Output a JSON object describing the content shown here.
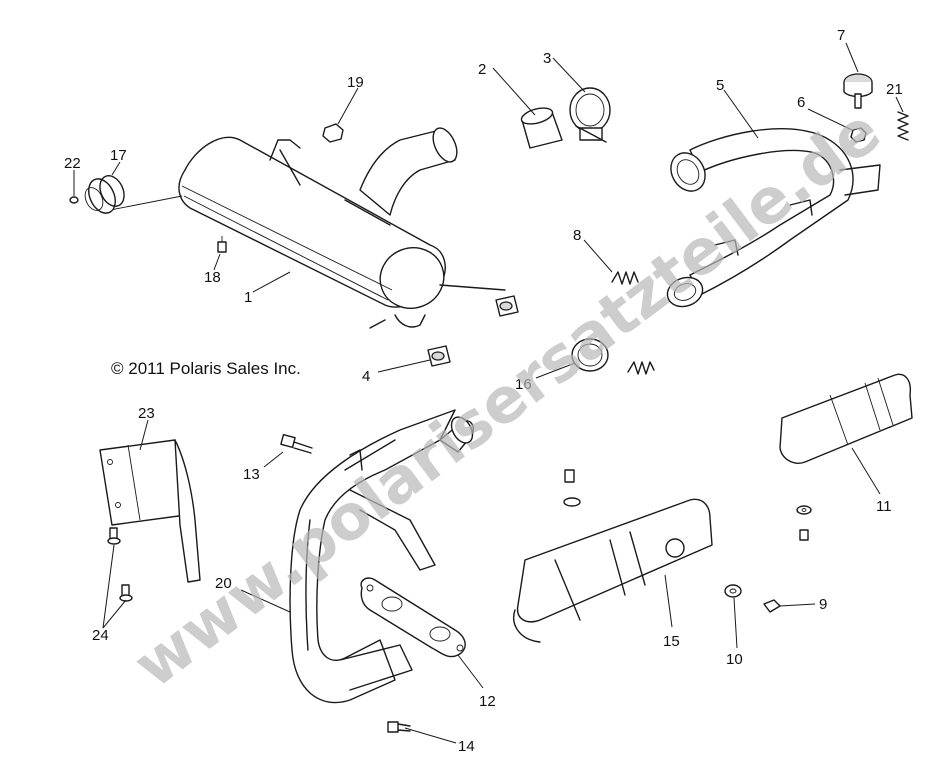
{
  "copyright": "© 2011 Polaris Sales Inc.",
  "watermark": "www.polarisersatzteile.de",
  "callouts": [
    "1",
    "2",
    "3",
    "4",
    "5",
    "6",
    "7",
    "8",
    "9",
    "10",
    "11",
    "12",
    "13",
    "14",
    "15",
    "16",
    "17",
    "18",
    "19",
    "20",
    "21",
    "22",
    "23",
    "24"
  ]
}
